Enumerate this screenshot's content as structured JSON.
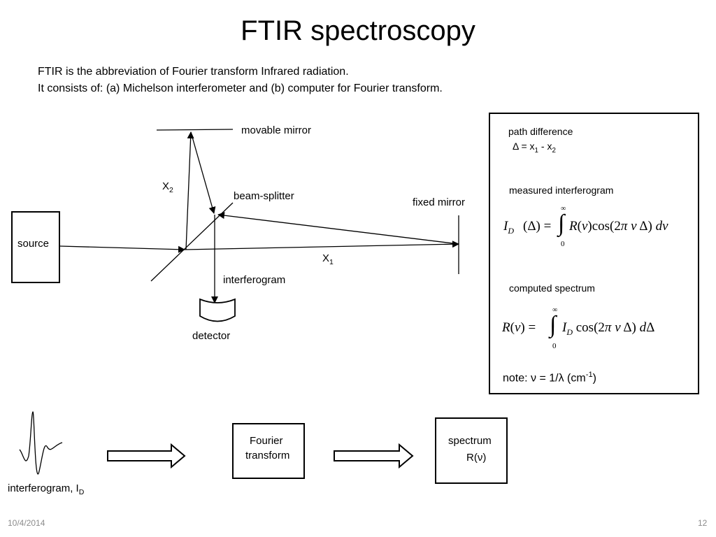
{
  "title": "FTIR spectroscopy",
  "intro": [
    "FTIR is the abbreviation of Fourier transform Infrared radiation.",
    "It consists  of: (a) Michelson interferometer and (b) computer for Fourier transform."
  ],
  "diagram": {
    "movable_mirror": "movable mirror",
    "x2": "X",
    "x2_sub": "2",
    "beam_splitter": "beam-splitter",
    "fixed_mirror": "fixed mirror",
    "source": "source",
    "x1": "X",
    "x1_sub": "1",
    "interferogram": "interferogram",
    "detector": "detector"
  },
  "formula_panel": {
    "path_difference": "path difference",
    "delta_eq_lhs": "Δ =  x",
    "delta_sub1": "1",
    "delta_mid": " - x",
    "delta_sub2": "2",
    "measured": "measured interferogram",
    "computed": "computed spectrum",
    "note_prefix": "note:  ν = 1/λ  (cm",
    "note_sup": "-1",
    "note_suffix": ")"
  },
  "flow": {
    "interferogram_label": "interferogram, I",
    "interferogram_sub": "D",
    "fourier_line1": "Fourier",
    "fourier_line2": "transform",
    "spectrum_line1": "spectrum",
    "spectrum_line2": "R(ν)"
  },
  "footer": {
    "date": "10/4/2014",
    "page": "12"
  }
}
